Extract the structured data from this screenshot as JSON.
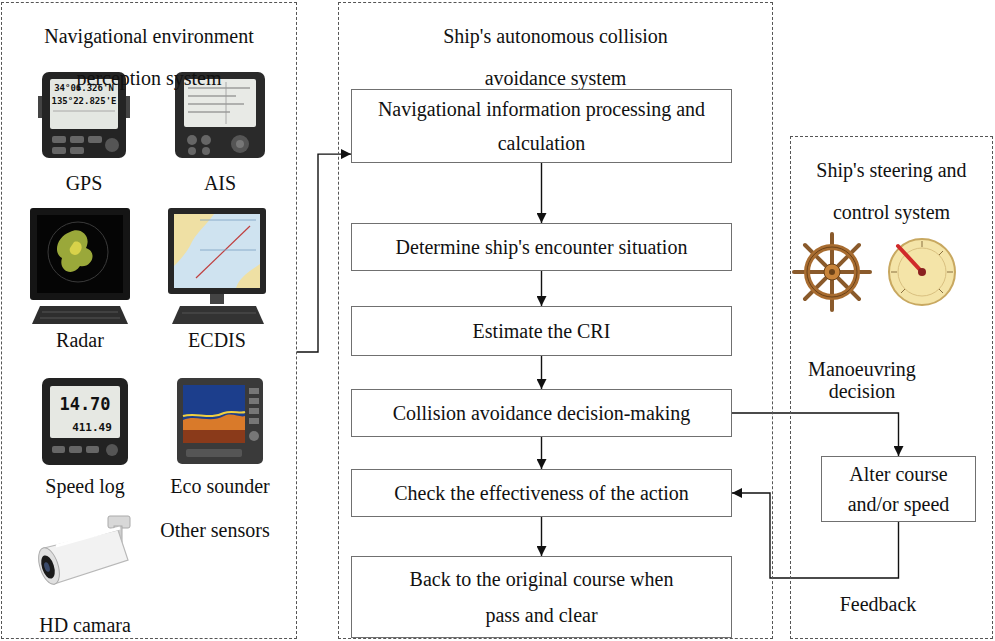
{
  "diagram": {
    "nodes": [
      {
        "text": [
          "Navigational environment perception system"
        ]
      },
      {
        "text": [
          "Ship's autonomous collision avoidance system"
        ]
      },
      {
        "text": [
          "Navigational information processing and calculation"
        ],
        "in": 1
      },
      {
        "text": [
          "Determine ship's encounter situation"
        ],
        "in": 1
      },
      {
        "text": [
          "Estimate the CRI"
        ],
        "in": 1
      },
      {
        "text": [
          "Collision avoidance decision-making"
        ],
        "in": 1
      },
      {
        "text": [
          "Check the effectiveness of the action"
        ],
        "in": 1
      },
      {
        "text": [
          "Back to the original course when pass and clear"
        ],
        "in": 1
      },
      {
        "text": [
          "Ship's steering and control system"
        ]
      },
      {
        "text": [
          "Alter course and/or speed"
        ],
        "in": 8
      }
    ],
    "edges": [
      {
        "from": 0,
        "to": 2,
        "arrow": "to"
      },
      {
        "from": 2,
        "to": 3,
        "arrow": "to"
      },
      {
        "from": 3,
        "to": 4,
        "arrow": "to"
      },
      {
        "from": 4,
        "to": 5,
        "arrow": "to"
      },
      {
        "from": 5,
        "to": 6,
        "arrow": "to"
      },
      {
        "from": 6,
        "to": 7,
        "arrow": "to"
      },
      {
        "from": 5,
        "to": 9,
        "arrow": "to"
      },
      {
        "from": 9,
        "to": 6,
        "arrow": "to"
      }
    ],
    "labels": [
      "34°06.326'N",
      "135°22.825'E",
      "GPS",
      "AIS",
      "Radar",
      "ECDIS",
      "14.70",
      "411.49",
      "Speed log",
      "Eco sounder",
      "HD camara",
      "Other sensors",
      "Manoeuvring decision",
      "Feedback"
    ]
  }
}
